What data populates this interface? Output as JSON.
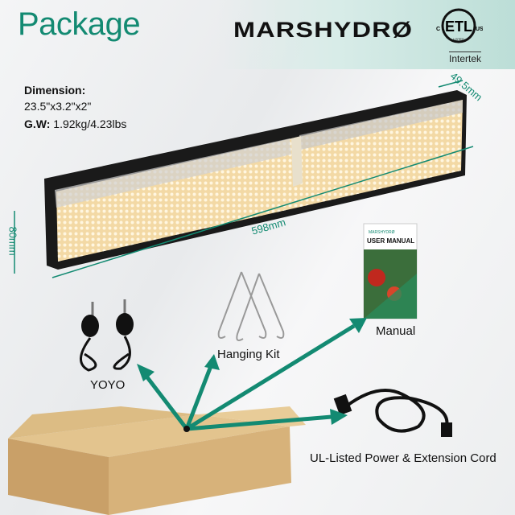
{
  "title": "Package",
  "brand": "MARSHYDRØ",
  "certification": {
    "mark": "ETL",
    "left": "C",
    "right": "US",
    "sub": "LISTED",
    "org": "Intertek"
  },
  "specs": {
    "dimension_label": "Dimension:",
    "dimension_value": "23.5\"x3.2\"x2\"",
    "gw_label": "G.W:",
    "gw_value": "1.92kg/4.23lbs"
  },
  "measurements": {
    "length": "598mm",
    "height": "80mm",
    "depth": "49.5mm"
  },
  "manual": {
    "brand": "MARSHYDRØ",
    "title": "USER MANUAL"
  },
  "items": [
    "YOYO",
    "Hanging Kit",
    "Manual",
    "UL-Listed Power & Extension Cord"
  ],
  "colors": {
    "accent": "#138a72",
    "box": "#d7b27a",
    "panel": "#f3d9a5"
  }
}
